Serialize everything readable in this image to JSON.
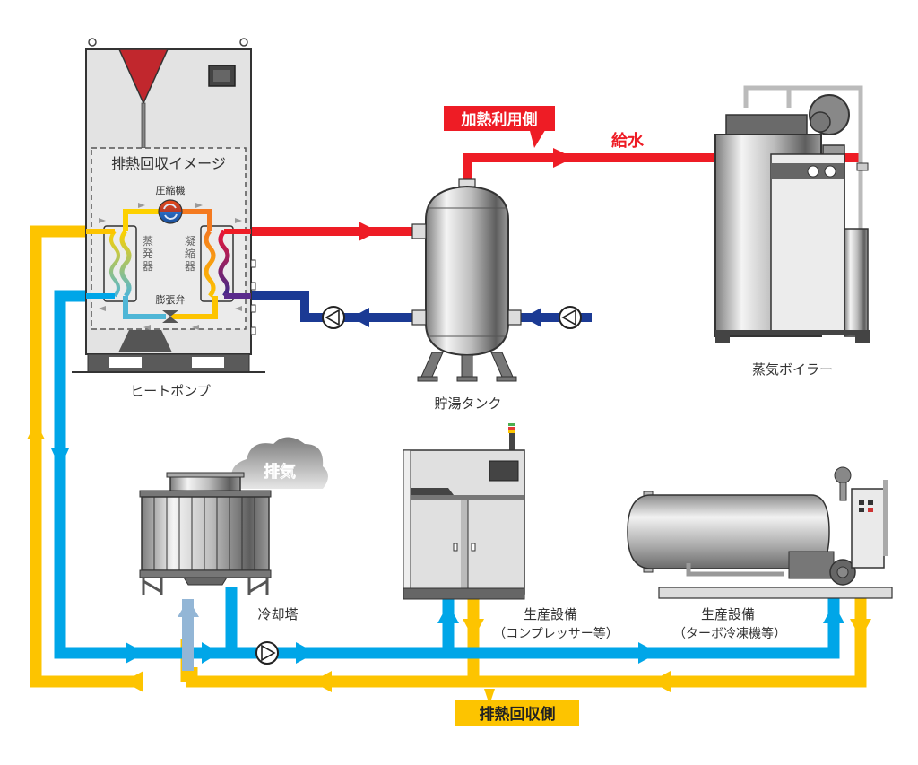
{
  "title": "排熱回収イメージ",
  "colors": {
    "hot_supply": "#ee1c25",
    "cold_return": "#1b3a94",
    "cooling_water": "#00a6e8",
    "waste_heat": "#fdc400",
    "exhaust_air": "#93b6d6",
    "equipment_gray": "#c9c9c9",
    "dark_gray": "#5a5a5a"
  },
  "heat_pump": {
    "label": "ヒートポンプ",
    "inset_title": "排熱回収イメージ",
    "compressor": "圧縮機",
    "evaporator": "蒸発器",
    "condenser": "凝縮器",
    "expansion_valve": "膨張弁"
  },
  "callouts": {
    "heating_side": "加熱利用側",
    "recovery_side": "排熱回収側",
    "feed_water": "給水",
    "exhaust": "排気"
  },
  "equipment": {
    "storage_tank": "貯湯タンク",
    "steam_boiler": "蒸気ボイラー",
    "cooling_tower": "冷却塔",
    "production_1": {
      "title": "生産設備",
      "subtitle": "（コンプレッサー等）"
    },
    "production_2": {
      "title": "生産設備",
      "subtitle": "（ターボ冷凍機等）"
    }
  }
}
